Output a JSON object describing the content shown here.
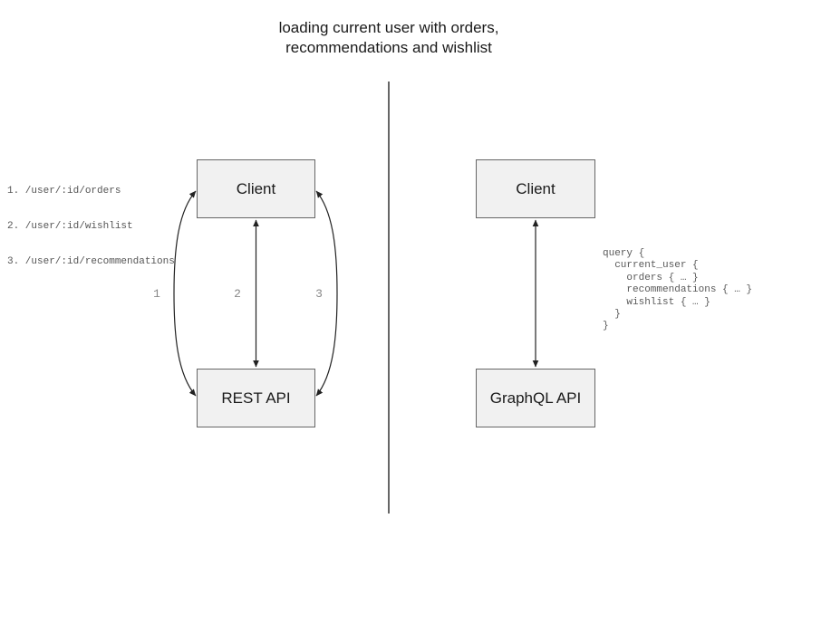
{
  "title": "loading current user with orders,\nrecommendations and wishlist",
  "rest_panel": {
    "client_label": "Client",
    "api_label": "REST API",
    "endpoints": [
      "1. /user/:id/orders",
      "2. /user/:id/wishlist",
      "3. /user/:id/recommendations"
    ],
    "arrow_labels": [
      "1",
      "2",
      "3"
    ]
  },
  "graphql_panel": {
    "client_label": "Client",
    "api_label": "GraphQL API",
    "query": "query {\n  current_user {\n    orders { … }\n    recommendations { … }\n    wishlist { … }\n  }\n}"
  },
  "colors": {
    "background": "#ffffff",
    "box_fill": "#f1f1f1",
    "box_border": "#666666",
    "arrow": "#222222",
    "divider": "#666666",
    "text_primary": "#1a1a1a",
    "text_code": "#595959",
    "arrow_label": "#888888"
  }
}
